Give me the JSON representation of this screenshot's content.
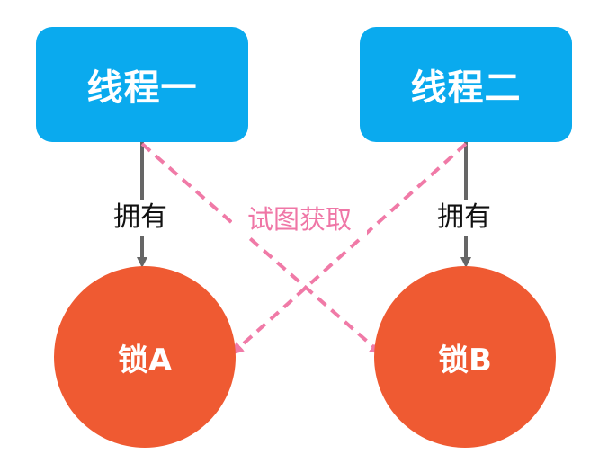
{
  "colors": {
    "thread_box": "#0aaaee",
    "lock_circle": "#ef5a32",
    "owns_arrow": "#666666",
    "try_arrow": "#f07aa7",
    "try_text": "#ef76a6"
  },
  "threads": [
    {
      "label": "线程一"
    },
    {
      "label": "线程二"
    }
  ],
  "locks": [
    {
      "label": "锁A"
    },
    {
      "label": "锁B"
    }
  ],
  "relations": {
    "owns_label": "拥有",
    "try_label": "试图获取"
  }
}
